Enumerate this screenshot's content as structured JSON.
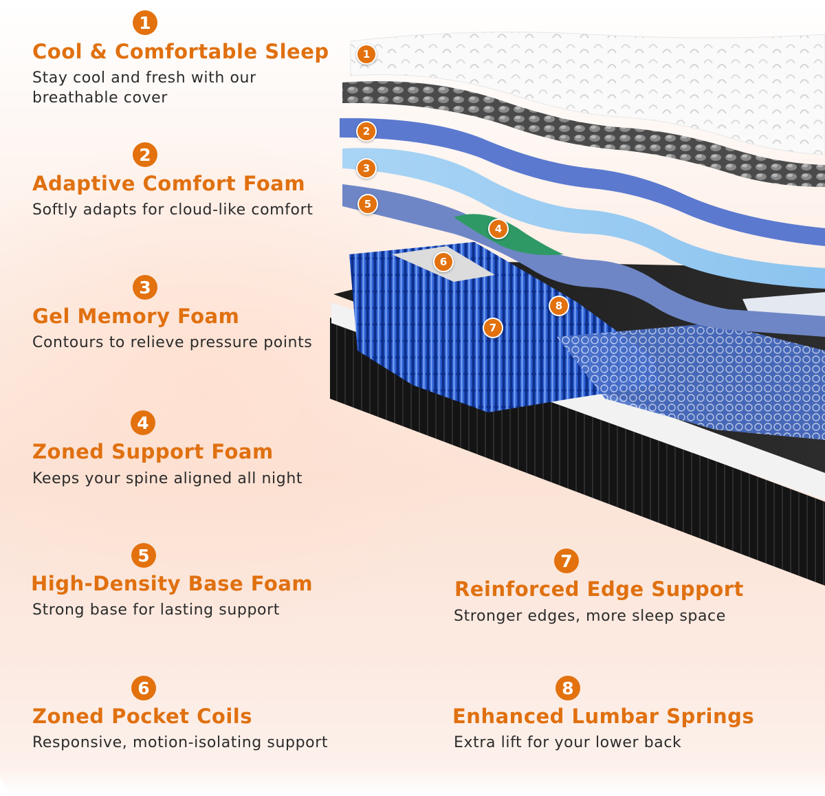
{
  "features": [
    {
      "number": "1",
      "title": "Cool & Comfortable Sleep",
      "description": "Stay cool and fresh with our breathable cover"
    },
    {
      "number": "2",
      "title": "Adaptive Comfort Foam",
      "description": "Softly adapts for cloud-like comfort"
    },
    {
      "number": "3",
      "title": "Gel Memory Foam",
      "description": "Contours to relieve pressure points"
    },
    {
      "number": "4",
      "title": "Zoned Support Foam",
      "description": "Keeps your spine aligned all night"
    },
    {
      "number": "5",
      "title": "High-Density Base Foam",
      "description": "Strong base for lasting support"
    },
    {
      "number": "6",
      "title": "Zoned Pocket Coils",
      "description": "Responsive, motion-isolating support"
    },
    {
      "number": "7",
      "title": "Reinforced Edge Support",
      "description": "Stronger edges, more sleep space"
    },
    {
      "number": "8",
      "title": "Enhanced Lumbar Springs",
      "description": "Extra lift for your lower back"
    }
  ],
  "layer_markers": [
    "1",
    "2",
    "3",
    "5",
    "4",
    "6",
    "8",
    "7"
  ],
  "colors": {
    "accent": "#e2710e",
    "title_text": "#e0700f",
    "body_text": "#2b2b2b",
    "background_tint": "#fbe3d6"
  }
}
